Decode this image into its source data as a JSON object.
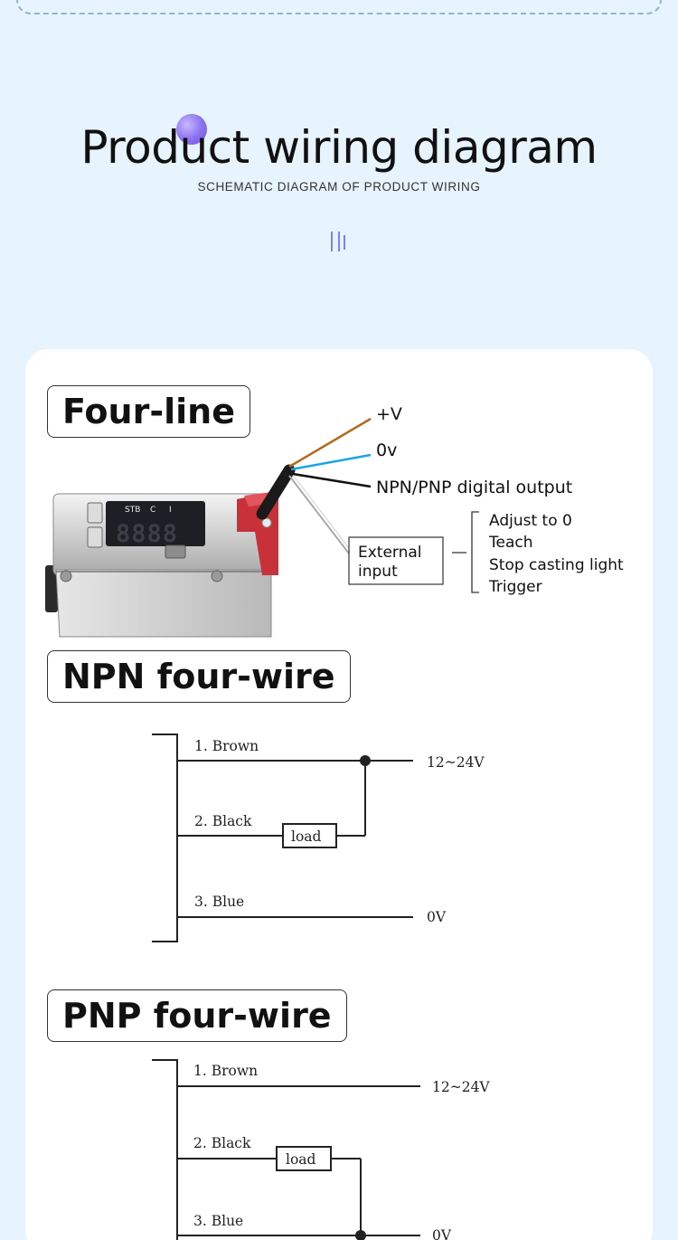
{
  "header": {
    "title": "Product wiring diagram",
    "subtitle": "SCHEMATIC DIAGRAM OF PRODUCT WIRING"
  },
  "four_line": {
    "heading": "Four-line",
    "display_labels": [
      "STB",
      "C",
      "I"
    ],
    "display_digits": "8888",
    "wires": [
      "+V",
      "0v",
      "NPN/PNP digital output"
    ],
    "external_input": {
      "box_lines": [
        "External",
        "input"
      ],
      "functions": [
        "Adjust to 0",
        "Teach",
        "Stop casting light",
        "Trigger"
      ]
    },
    "colors": {
      "brown_wire": "#b36a1a",
      "blue_wire": "#1aa6e0",
      "black_wire": "#111111",
      "clip_red": "#c8313a"
    }
  },
  "npn": {
    "heading": "NPN four-wire",
    "wires": [
      "1. Brown",
      "2. Black",
      "3. Blue"
    ],
    "load": "load",
    "supply": "12~24V",
    "ground": "0V"
  },
  "pnp": {
    "heading": "PNP four-wire",
    "wires": [
      "1. Brown",
      "2. Black",
      "3. Blue"
    ],
    "load": "load",
    "supply": "12~24V",
    "ground": "0V"
  }
}
